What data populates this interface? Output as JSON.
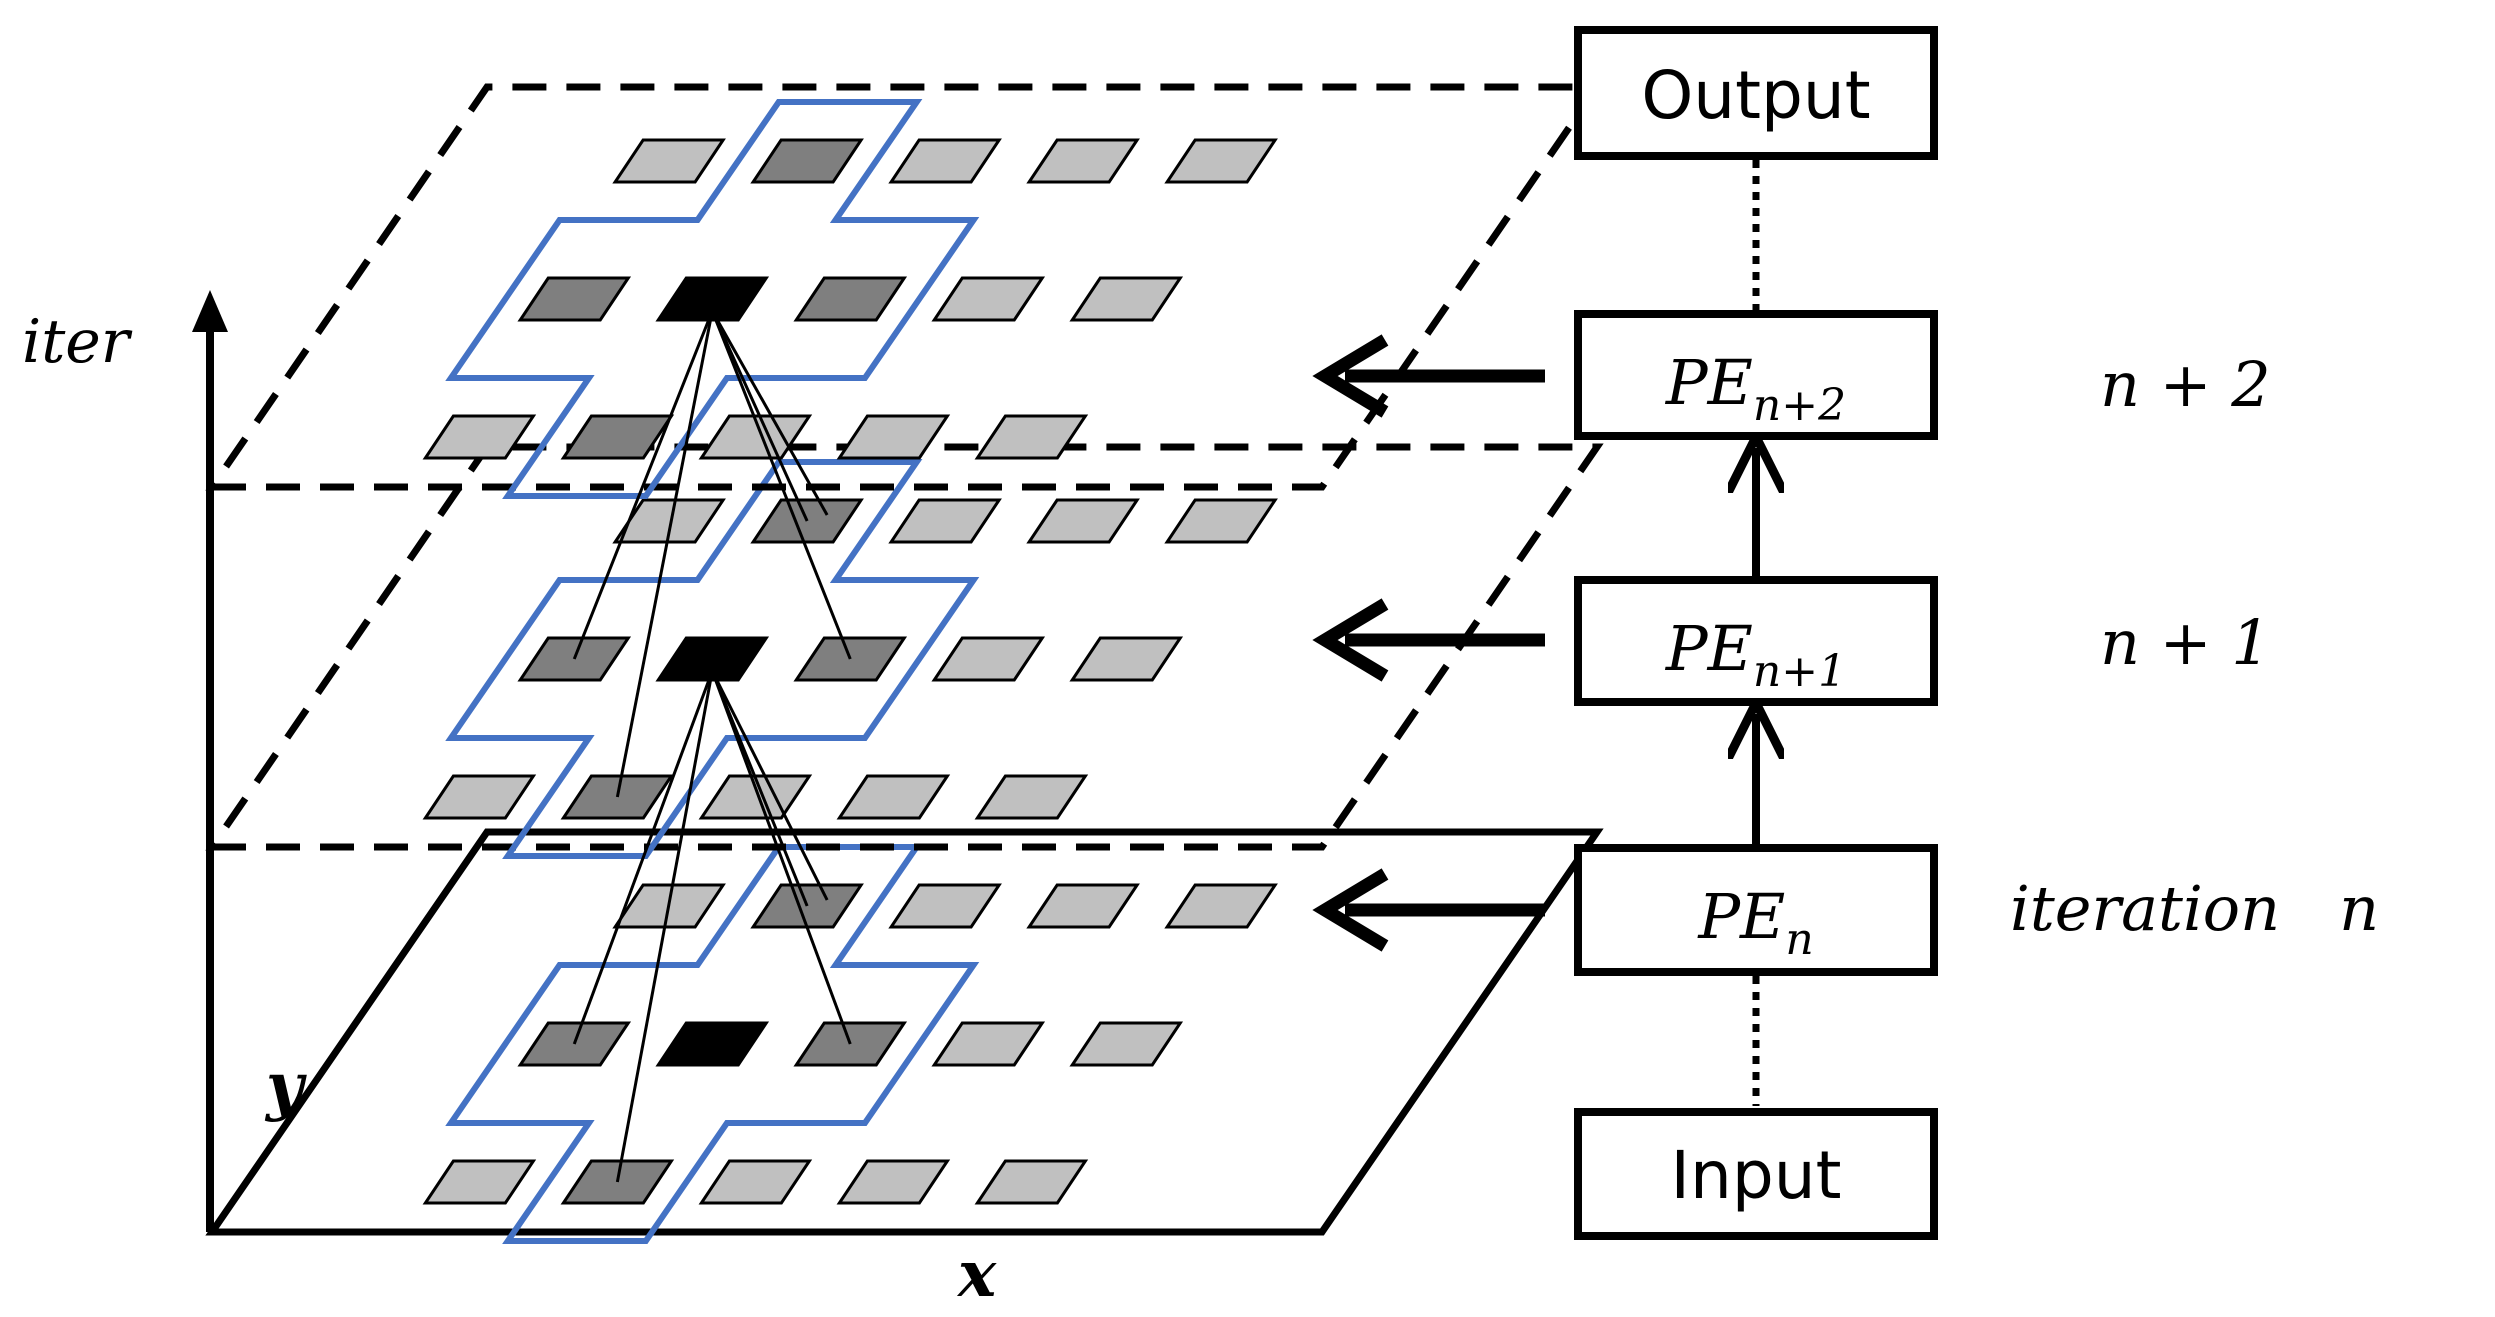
{
  "axes": {
    "vertical_label": "iter",
    "x_label": "x",
    "y_label": "y"
  },
  "flow": {
    "output": "Output",
    "input": "Input",
    "stages": [
      {
        "base": "PE",
        "subscript": "n+2",
        "iteration_label": "n + 2"
      },
      {
        "base": "PE",
        "subscript": "n+1",
        "iteration_label": "n + 1"
      },
      {
        "base": "PE",
        "subscript": "n",
        "iteration_label": "iteration   n"
      }
    ]
  },
  "colors": {
    "highlight": "#4472c4",
    "cell_light": "#c0c0c0",
    "cell_medium": "#7f7f7f",
    "cell_center": "#000000",
    "line": "#000000"
  }
}
